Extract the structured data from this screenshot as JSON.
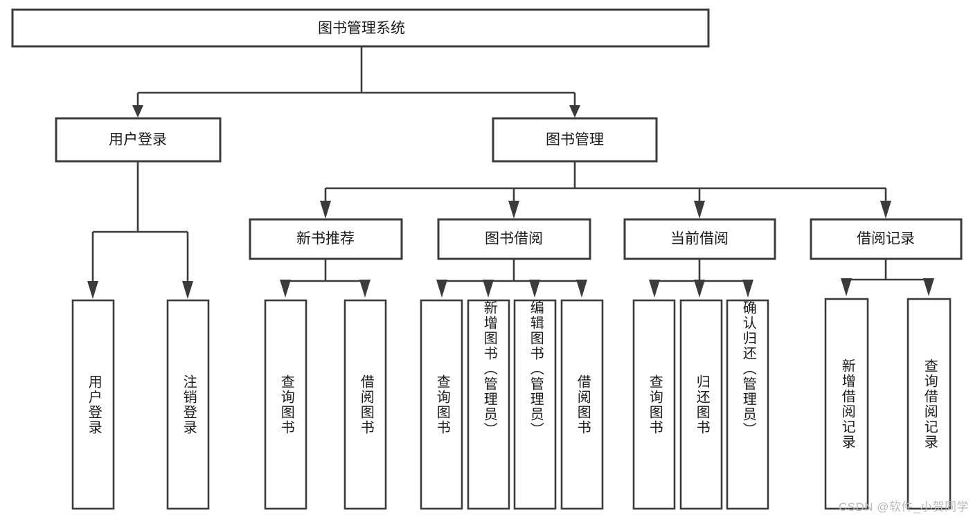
{
  "diagram": {
    "title": "图书管理系统",
    "type": "tree-hierarchy-diagram",
    "root": {
      "label": "图书管理系统"
    },
    "level2": [
      {
        "label": "用户登录"
      },
      {
        "label": "图书管理"
      }
    ],
    "level3": [
      {
        "label": "新书推荐"
      },
      {
        "label": "图书借阅"
      },
      {
        "label": "当前借阅"
      },
      {
        "label": "借阅记录"
      }
    ],
    "leaves": {
      "user_login": [
        {
          "label": "用户登录"
        },
        {
          "label": "注销登录"
        }
      ],
      "new_book_recommend": [
        {
          "label": "查询图书"
        },
        {
          "label": "借阅图书"
        }
      ],
      "book_borrow": [
        {
          "label": "查询图书"
        },
        {
          "label": "新增图书（管理员）"
        },
        {
          "label": "编辑图书（管理员）"
        },
        {
          "label": "借阅图书"
        }
      ],
      "current_borrow": [
        {
          "label": "查询图书"
        },
        {
          "label": "归还图书"
        },
        {
          "label": "确认归还（管理员）"
        }
      ],
      "borrow_record": [
        {
          "label": "新增借阅记录"
        },
        {
          "label": "查询借阅记录"
        }
      ]
    },
    "watermark": "CSDN @软件_小贺同学",
    "colors": {
      "stroke": "#3b3b3b",
      "fill": "#ffffff",
      "text": "#1a1a1a",
      "watermark": "#b9b9b9"
    }
  }
}
